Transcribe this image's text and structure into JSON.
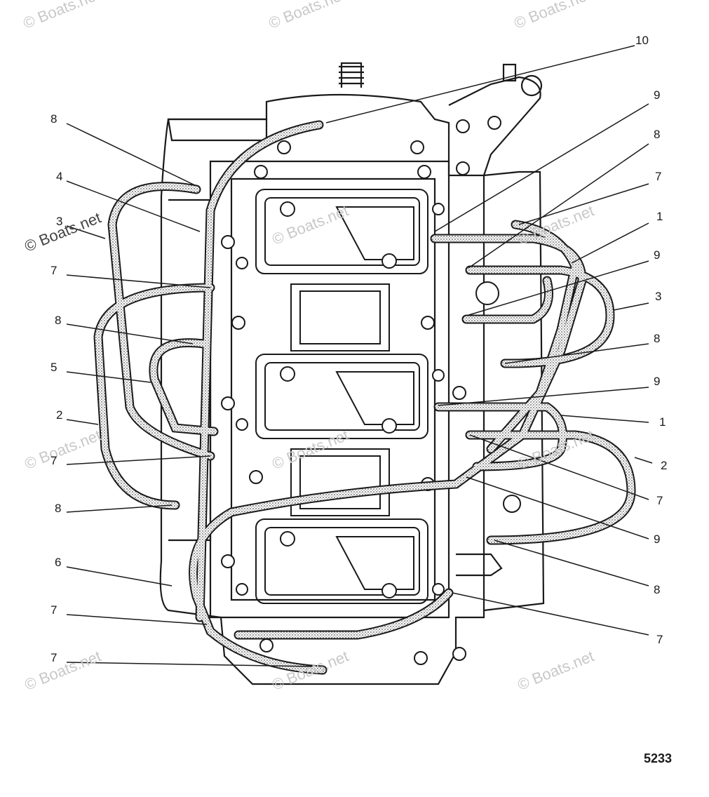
{
  "watermark": "© Boats.net",
  "figure_number": "5233",
  "callouts": {
    "left": [
      "8",
      "4",
      "3",
      "7",
      "8",
      "5",
      "2",
      "7",
      "8",
      "6",
      "7",
      "7"
    ],
    "right": [
      "10",
      "9",
      "8",
      "7",
      "1",
      "9",
      "3",
      "8",
      "9",
      "1",
      "2",
      "7",
      "9",
      "8",
      "7"
    ]
  }
}
